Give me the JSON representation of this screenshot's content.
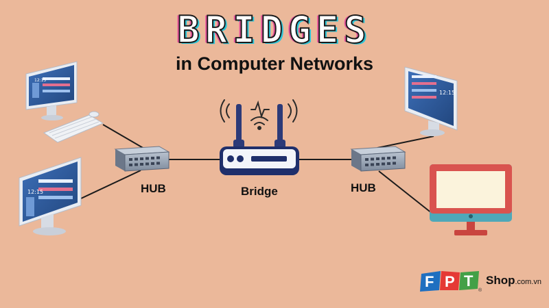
{
  "title": "BRIDGES",
  "subtitle": "in Computer Networks",
  "labels": {
    "hub_left": "HUB",
    "bridge": "Bridge",
    "hub_right": "HUB"
  },
  "screens": {
    "top_left_clock": "12:15",
    "bottom_left_clock": "12:15",
    "top_right_clock": "12:15"
  },
  "logo": {
    "letters": [
      "F",
      "P",
      "T"
    ],
    "registered": "®",
    "shop": "Shop",
    "domain": ".com.vn"
  },
  "colors": {
    "background": "#ebb89a",
    "title_pink": "#e8529c",
    "title_cyan": "#29c5d8",
    "screen_blue": "#2e5a9c",
    "hub_gray": "#8a96a8",
    "router_navy": "#1f2f6b",
    "monitor_teal": "#4fa8b8",
    "monitor_red": "#d9534f",
    "logo_blue": "#1f6fc0",
    "logo_red": "#e53935"
  }
}
